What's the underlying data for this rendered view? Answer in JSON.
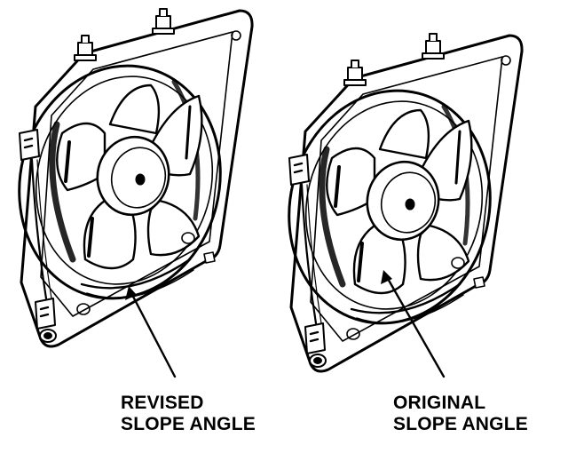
{
  "callouts": {
    "revised": {
      "line1": "REVISED",
      "line2": "SLOPE ANGLE"
    },
    "original": {
      "line1": "ORIGINAL",
      "line2": "SLOPE ANGLE"
    }
  },
  "colors": {
    "ink": "#000000",
    "paper": "#ffffff"
  }
}
